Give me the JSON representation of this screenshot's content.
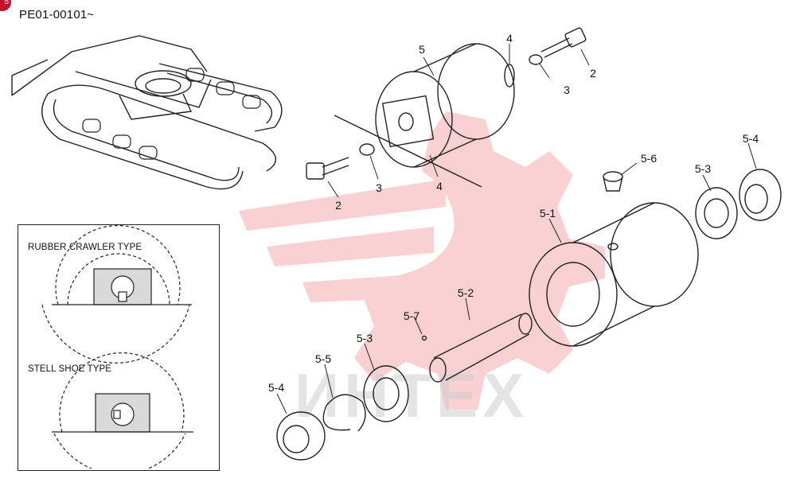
{
  "header": {
    "doc_code": "PE01-00101~",
    "badge": "5"
  },
  "inset": {
    "rubber_label": "RUBBER CRAWLER TYPE",
    "steel_label": "STELL SHOE TYPE"
  },
  "callouts": [
    {
      "id": "c-5-top",
      "text": "5"
    },
    {
      "id": "c-4-top",
      "text": "4"
    },
    {
      "id": "c-3-top",
      "text": "3"
    },
    {
      "id": "c-2-top",
      "text": "2"
    },
    {
      "id": "c-2-mid",
      "text": "2"
    },
    {
      "id": "c-3-mid",
      "text": "3"
    },
    {
      "id": "c-4-mid",
      "text": "4"
    },
    {
      "id": "c-5-6",
      "text": "5-6"
    },
    {
      "id": "c-5-4-r",
      "text": "5-4"
    },
    {
      "id": "c-5-3-r",
      "text": "5-3"
    },
    {
      "id": "c-5-1",
      "text": "5-1"
    },
    {
      "id": "c-5-2",
      "text": "5-2"
    },
    {
      "id": "c-5-7",
      "text": "5-7"
    },
    {
      "id": "c-5-3-l",
      "text": "5-3"
    },
    {
      "id": "c-5-5",
      "text": "5-5"
    },
    {
      "id": "c-5-4-l",
      "text": "5-4"
    }
  ],
  "watermark": {
    "text": "ИНТЕХ",
    "color": "#e8323c"
  }
}
